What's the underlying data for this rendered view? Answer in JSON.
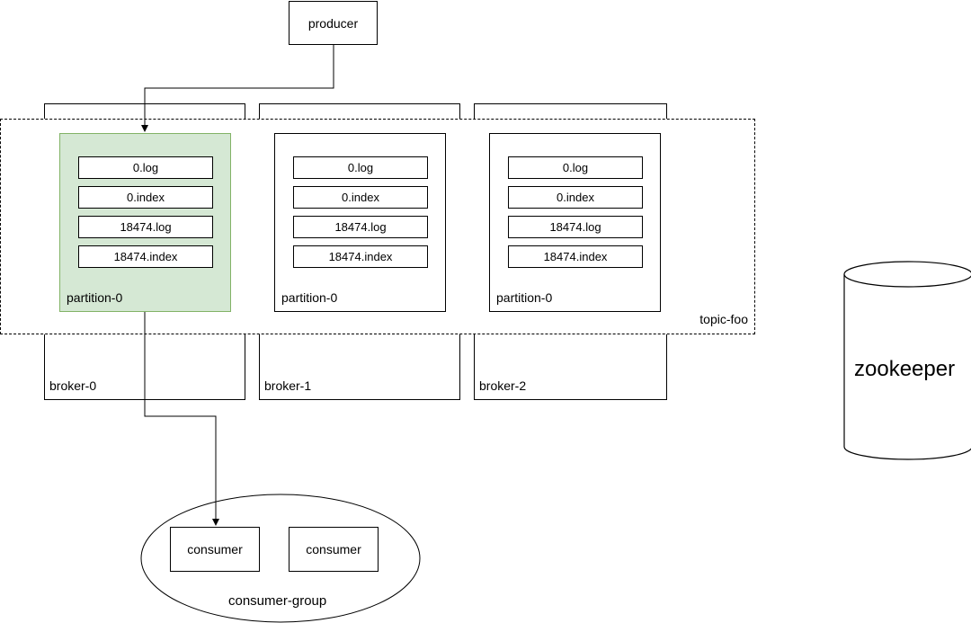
{
  "producer": {
    "label": "producer"
  },
  "topic": {
    "label": "topic-foo"
  },
  "brokers": [
    {
      "label": "broker-0"
    },
    {
      "label": "broker-1"
    },
    {
      "label": "broker-2"
    }
  ],
  "partitions": [
    {
      "label": "partition-0",
      "files": [
        "0.log",
        "0.index",
        "18474.log",
        "18474.index"
      ],
      "fill": "#d5e8d4",
      "stroke": "#82b366"
    },
    {
      "label": "partition-0",
      "files": [
        "0.log",
        "0.index",
        "18474.log",
        "18474.index"
      ]
    },
    {
      "label": "partition-0",
      "files": [
        "0.log",
        "0.index",
        "18474.log",
        "18474.index"
      ]
    }
  ],
  "consumer_group": {
    "label": "consumer-group",
    "consumers": [
      {
        "label": "consumer"
      },
      {
        "label": "consumer"
      }
    ]
  },
  "zookeeper": {
    "label": "zookeeper"
  }
}
